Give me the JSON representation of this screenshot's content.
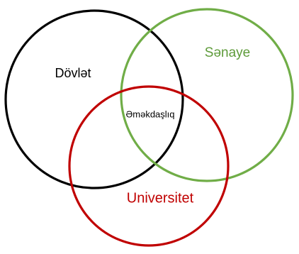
{
  "diagram": {
    "sets": [
      {
        "key": "state",
        "label": "Dövlət",
        "color": "#000000"
      },
      {
        "key": "industry",
        "label": "Sənaye",
        "color": "#70AD47"
      },
      {
        "key": "university",
        "label": "Universitet",
        "color": "#C00000"
      }
    ],
    "intersection": {
      "label": "Əməkdaşlıq",
      "color": "#000000"
    }
  }
}
